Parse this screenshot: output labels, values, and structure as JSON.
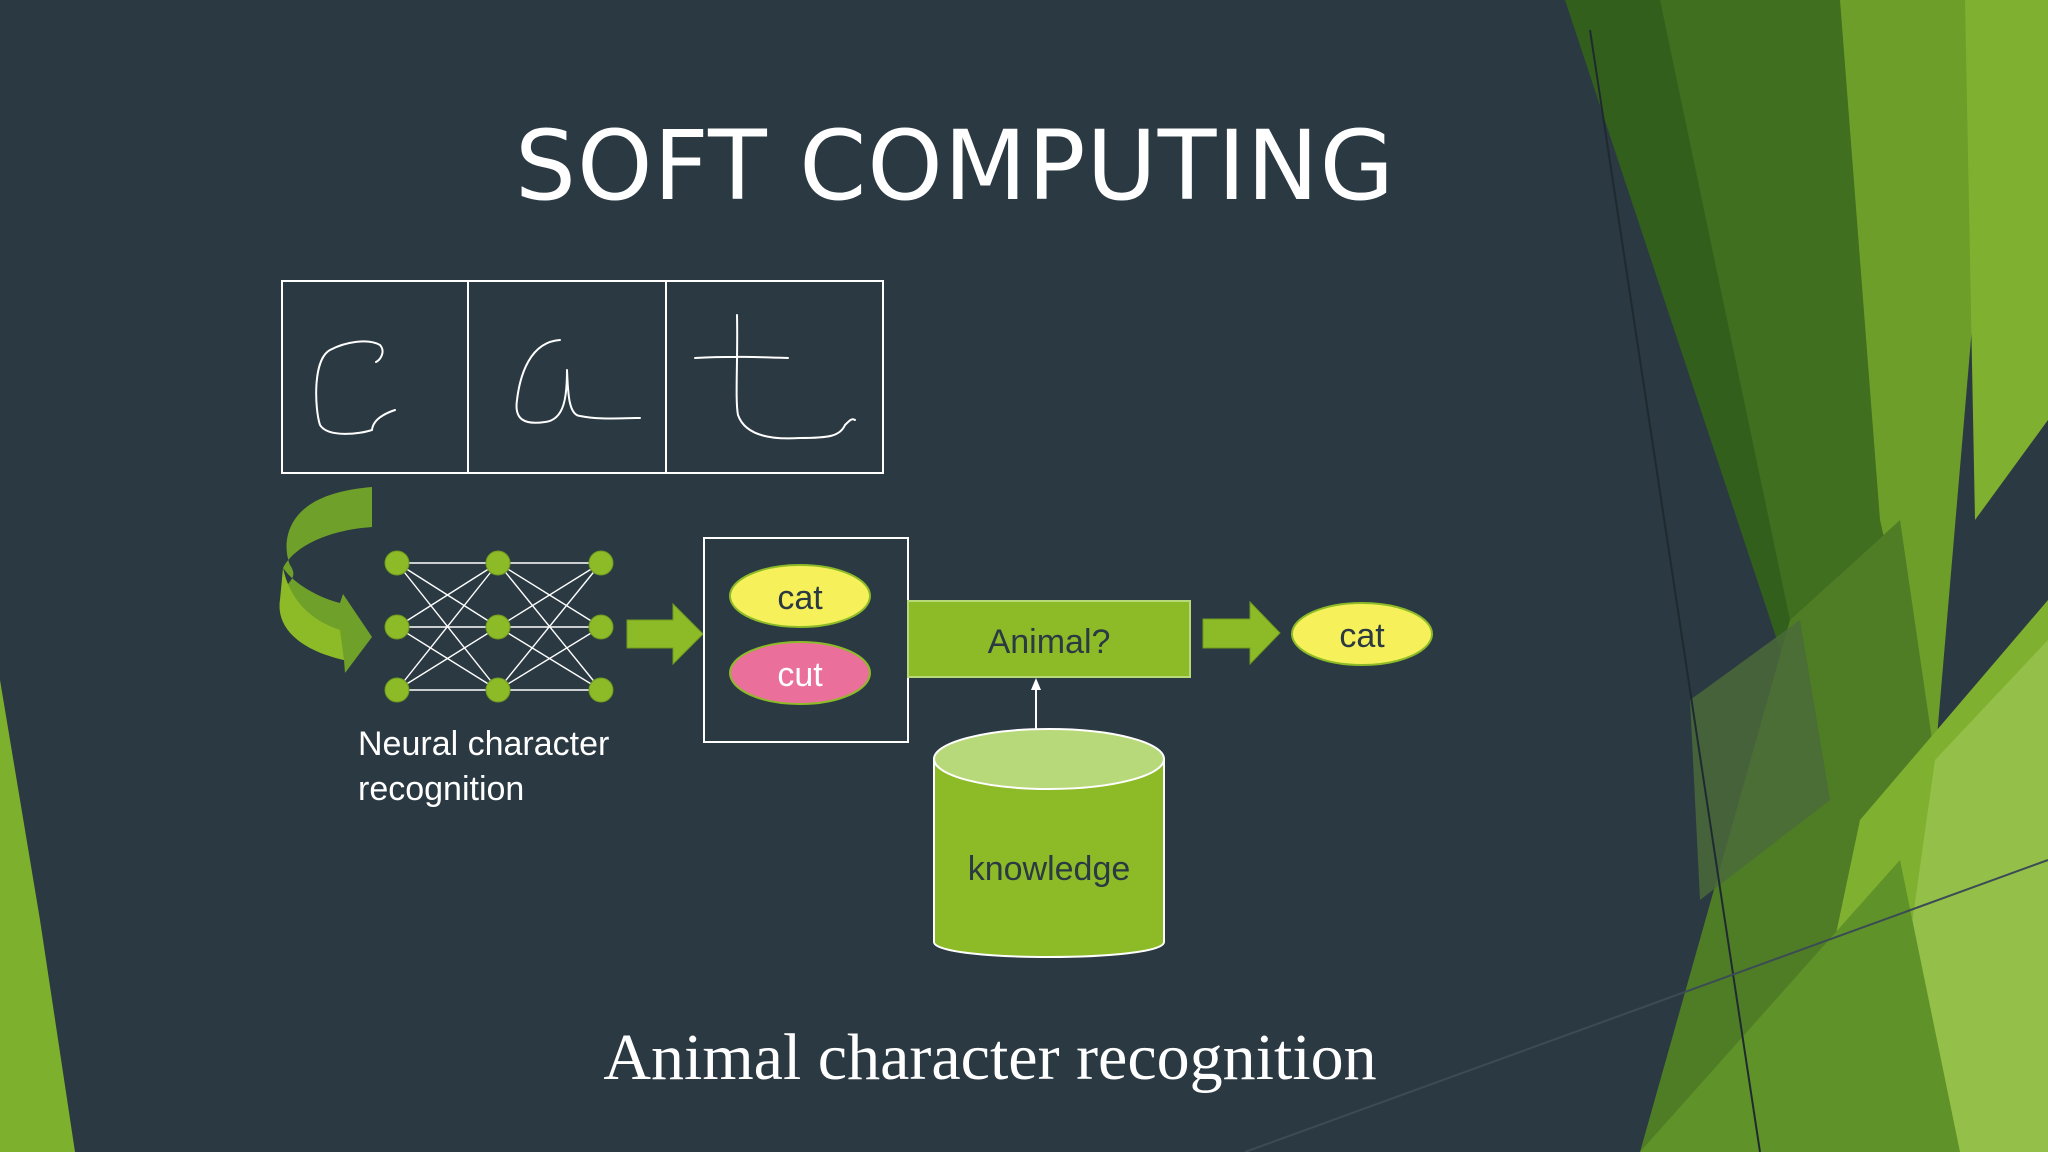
{
  "slide": {
    "title": "SOFT COMPUTING",
    "caption": "Animal character recognition"
  },
  "handwriting": {
    "letters": [
      "c",
      "a",
      "t"
    ]
  },
  "network": {
    "label_line1": "Neural character",
    "label_line2": "recognition"
  },
  "candidates": {
    "first": "cat",
    "second": "cut"
  },
  "check": {
    "label": "Animal?"
  },
  "knowledge": {
    "label": "knowledge"
  },
  "result": {
    "label": "cat"
  },
  "colors": {
    "background": "#2b3942",
    "accent_green": "#8dbb28",
    "light_green": "#b8d97a",
    "yellow": "#f6f15a",
    "pink": "#ea6f9b"
  }
}
